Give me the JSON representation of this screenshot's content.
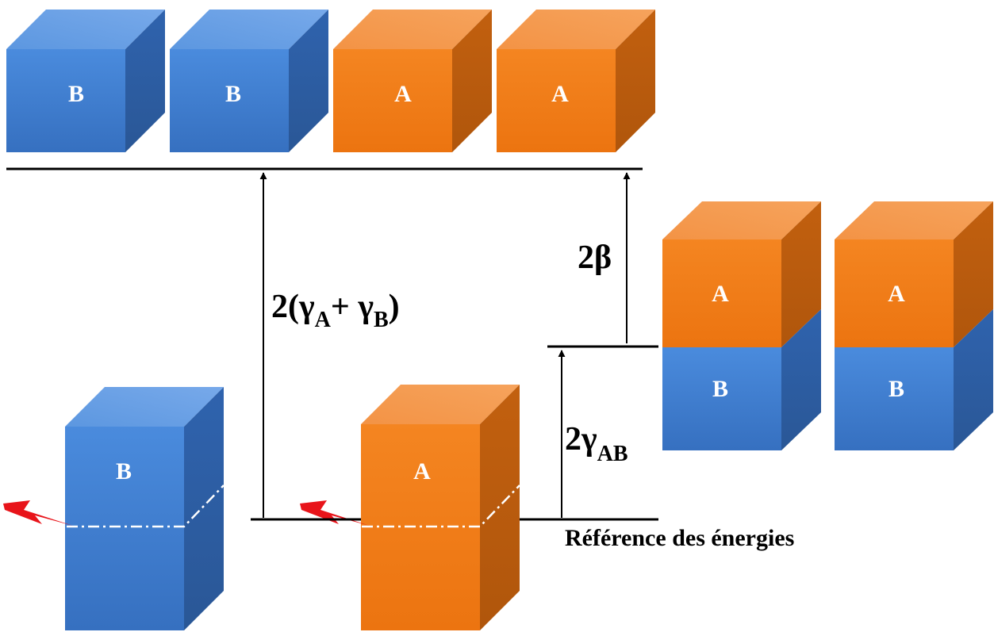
{
  "blocks": {
    "top_row": [
      "B",
      "B",
      "A",
      "A"
    ],
    "stack_left": {
      "top": "A",
      "bottom": "B"
    },
    "stack_right": {
      "top": "A",
      "bottom": "B"
    },
    "bottom_left": "B",
    "bottom_middle": "A"
  },
  "energies": {
    "total_prefix": "2(",
    "gamma": "γ",
    "sub_a": "A",
    "plus": "+ ",
    "sub_b": "B",
    "total_suffix": ")",
    "beta": "2β",
    "gab_prefix": "2",
    "sub_ab": "AB",
    "reference": "Référence des énergies"
  },
  "colors": {
    "material_A": "#F07D1A",
    "material_B": "#3A7BD0",
    "crack": "#E8141A",
    "line": "#000000"
  }
}
